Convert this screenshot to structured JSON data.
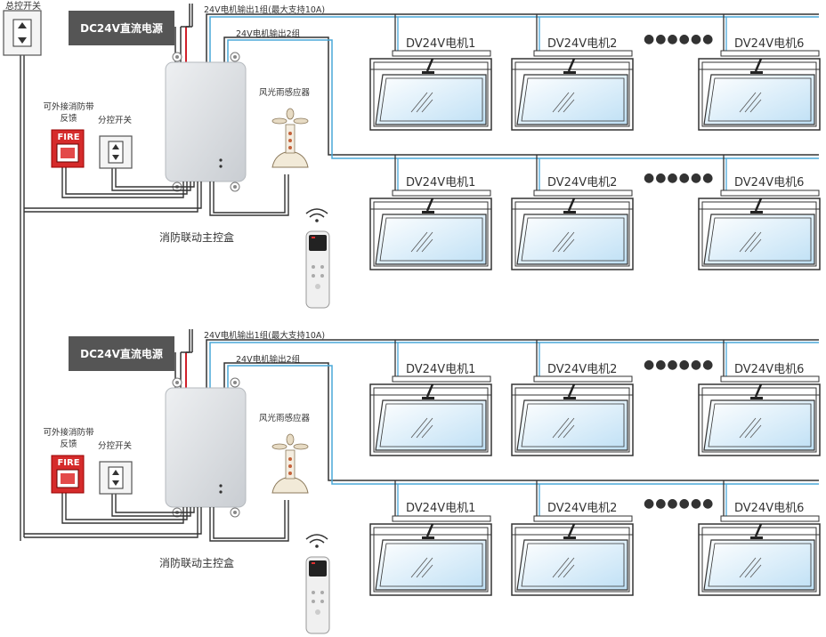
{
  "top_left_switch_label": "总控开关",
  "groups": [
    {
      "psu_label": "DC24V直流电源",
      "output1_label": "24V电机输出1组(最大支持10A)",
      "output2_label": "24V电机输出2组",
      "sensor_label": "风光雨感应器",
      "fire_label": "可外接消防带反馈",
      "fire_button_text": "FIRE",
      "branch_switch_label": "分控开关",
      "controller_label": "消防联动主控盒",
      "row1_motors": [
        "DV24V电机1",
        "DV24V电机2",
        "DV24V电机6"
      ],
      "row2_motors": [
        "DV24V电机1",
        "DV24V电机2",
        "DV24V电机6"
      ],
      "ellipsis": "●●●●●●"
    },
    {
      "psu_label": "DC24V直流电源",
      "output1_label": "24V电机输出1组(最大支持10A)",
      "output2_label": "24V电机输出2组",
      "sensor_label": "风光雨感应器",
      "fire_label": "可外接消防带反馈",
      "fire_button_text": "FIRE",
      "branch_switch_label": "分控开关",
      "controller_label": "消防联动主控盒",
      "row1_motors": [
        "DV24V电机1",
        "DV24V电机2",
        "DV24V电机6"
      ],
      "row2_motors": [
        "DV24V电机1",
        "DV24V电机2",
        "DV24V电机6"
      ],
      "ellipsis": "●●●●●●"
    }
  ],
  "colors": {
    "wire_blue": "#4aa8d8",
    "wire_dark": "#333333",
    "wire_red": "#d0202a",
    "psu_bg": "#555555",
    "fire_red": "#d52b2b",
    "glass": "#d6ecfa"
  }
}
